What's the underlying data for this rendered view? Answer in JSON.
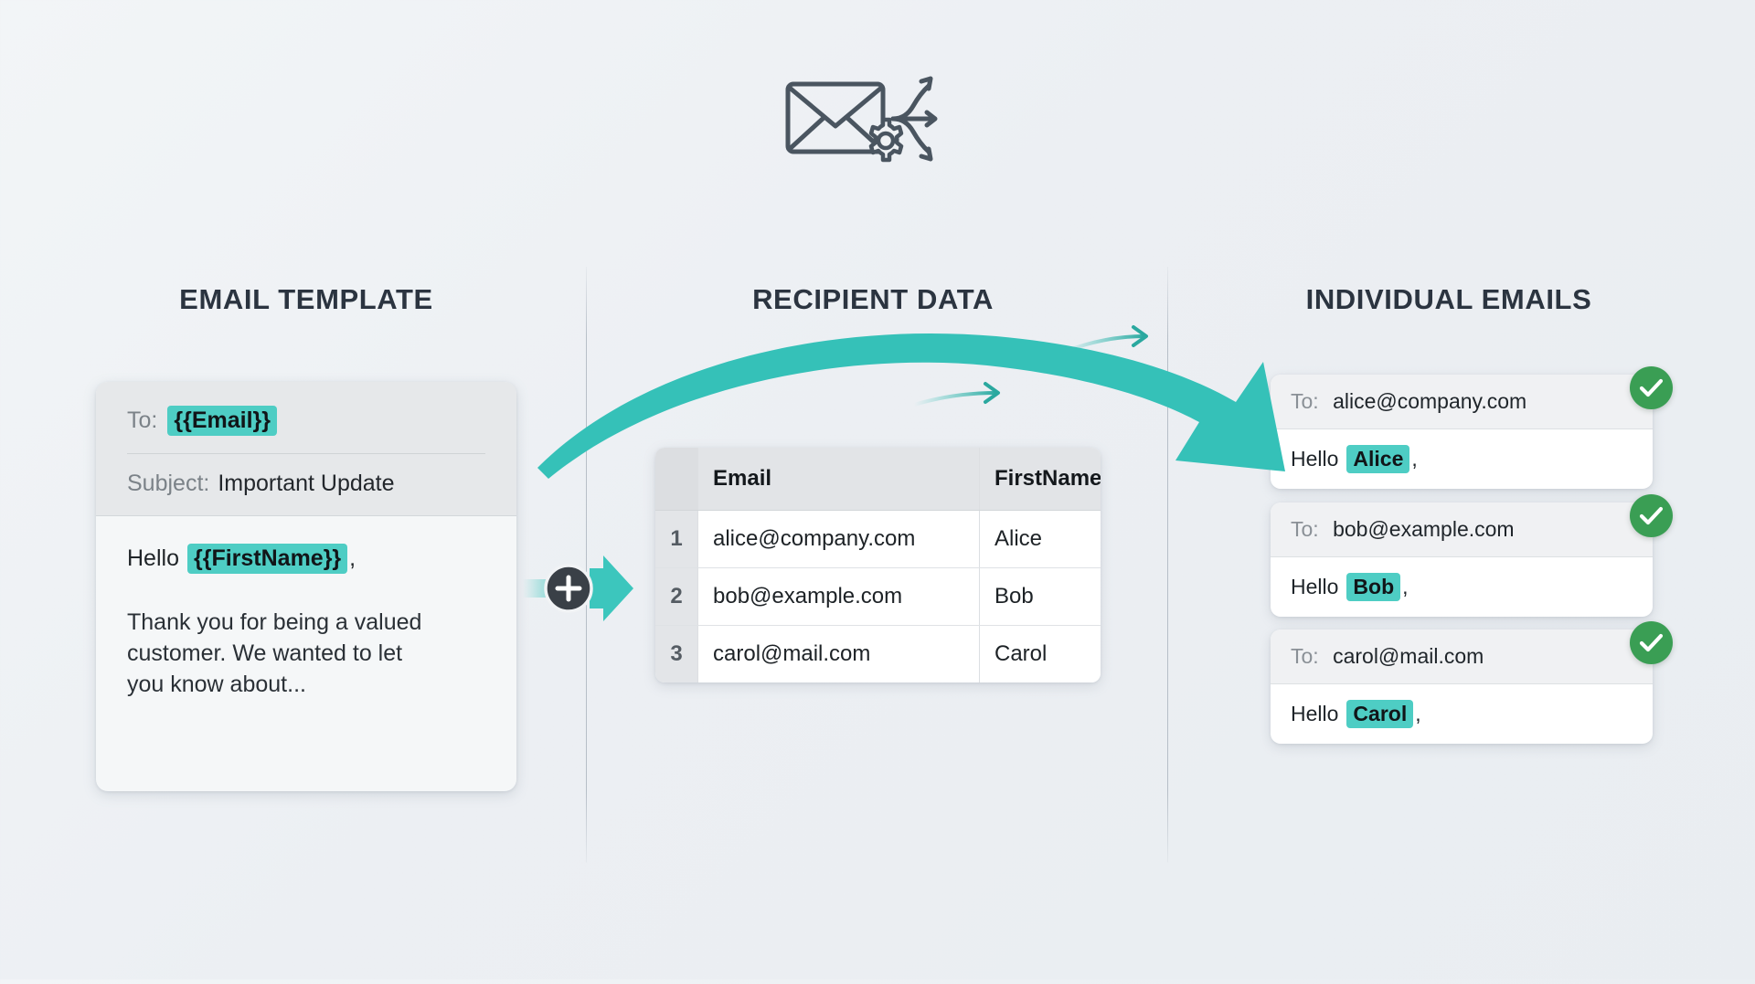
{
  "theme": {
    "background": "#eff2f5",
    "accent_teal": "#3cc6bd",
    "token_highlight": "#4ecdc4",
    "heading_color": "#2b3440",
    "success_green": "#3a9e54",
    "icon_gray": "#4a5560"
  },
  "header": {
    "icon": "envelope-gear-split-icon"
  },
  "columns": {
    "template_heading": "EMAIL TEMPLATE",
    "data_heading": "RECIPIENT DATA",
    "output_heading": "INDIVIDUAL EMAILS"
  },
  "template_card": {
    "to_label": "To:",
    "to_token": "{{Email}}",
    "subject_label": "Subject:",
    "subject_value": "Important Update",
    "greeting_prefix": "Hello",
    "greeting_token": "{{FirstName}}",
    "greeting_suffix": ",",
    "paragraph": "Thank you for being a valued customer. We wanted to let you know about..."
  },
  "merge_node": {
    "icon": "plus-circle-icon",
    "arrow_icon": "arrow-right-icon"
  },
  "recipient_table": {
    "gutter_header": "",
    "headers": [
      "Email",
      "FirstName"
    ],
    "rows": [
      {
        "num": "1",
        "email": "alice@company.com",
        "first_name": "Alice"
      },
      {
        "num": "2",
        "email": "bob@example.com",
        "first_name": "Bob"
      },
      {
        "num": "3",
        "email": "carol@mail.com",
        "first_name": "Carol"
      }
    ]
  },
  "output_cards": [
    {
      "to_label": "To:",
      "to_value": "alice@company.com",
      "greeting_prefix": "Hello",
      "greeting_name": "Alice",
      "greeting_suffix": ",",
      "status_icon": "check-circle-icon"
    },
    {
      "to_label": "To:",
      "to_value": "bob@example.com",
      "greeting_prefix": "Hello",
      "greeting_name": "Bob",
      "greeting_suffix": ",",
      "status_icon": "check-circle-icon"
    },
    {
      "to_label": "To:",
      "to_value": "carol@mail.com",
      "greeting_prefix": "Hello",
      "greeting_name": "Carol",
      "greeting_suffix": ",",
      "status_icon": "check-circle-icon"
    }
  ],
  "flow": {
    "main_arrow_icon": "curved-flow-arrow-icon",
    "trail_arrow_icon": "small-arrow-icon"
  }
}
